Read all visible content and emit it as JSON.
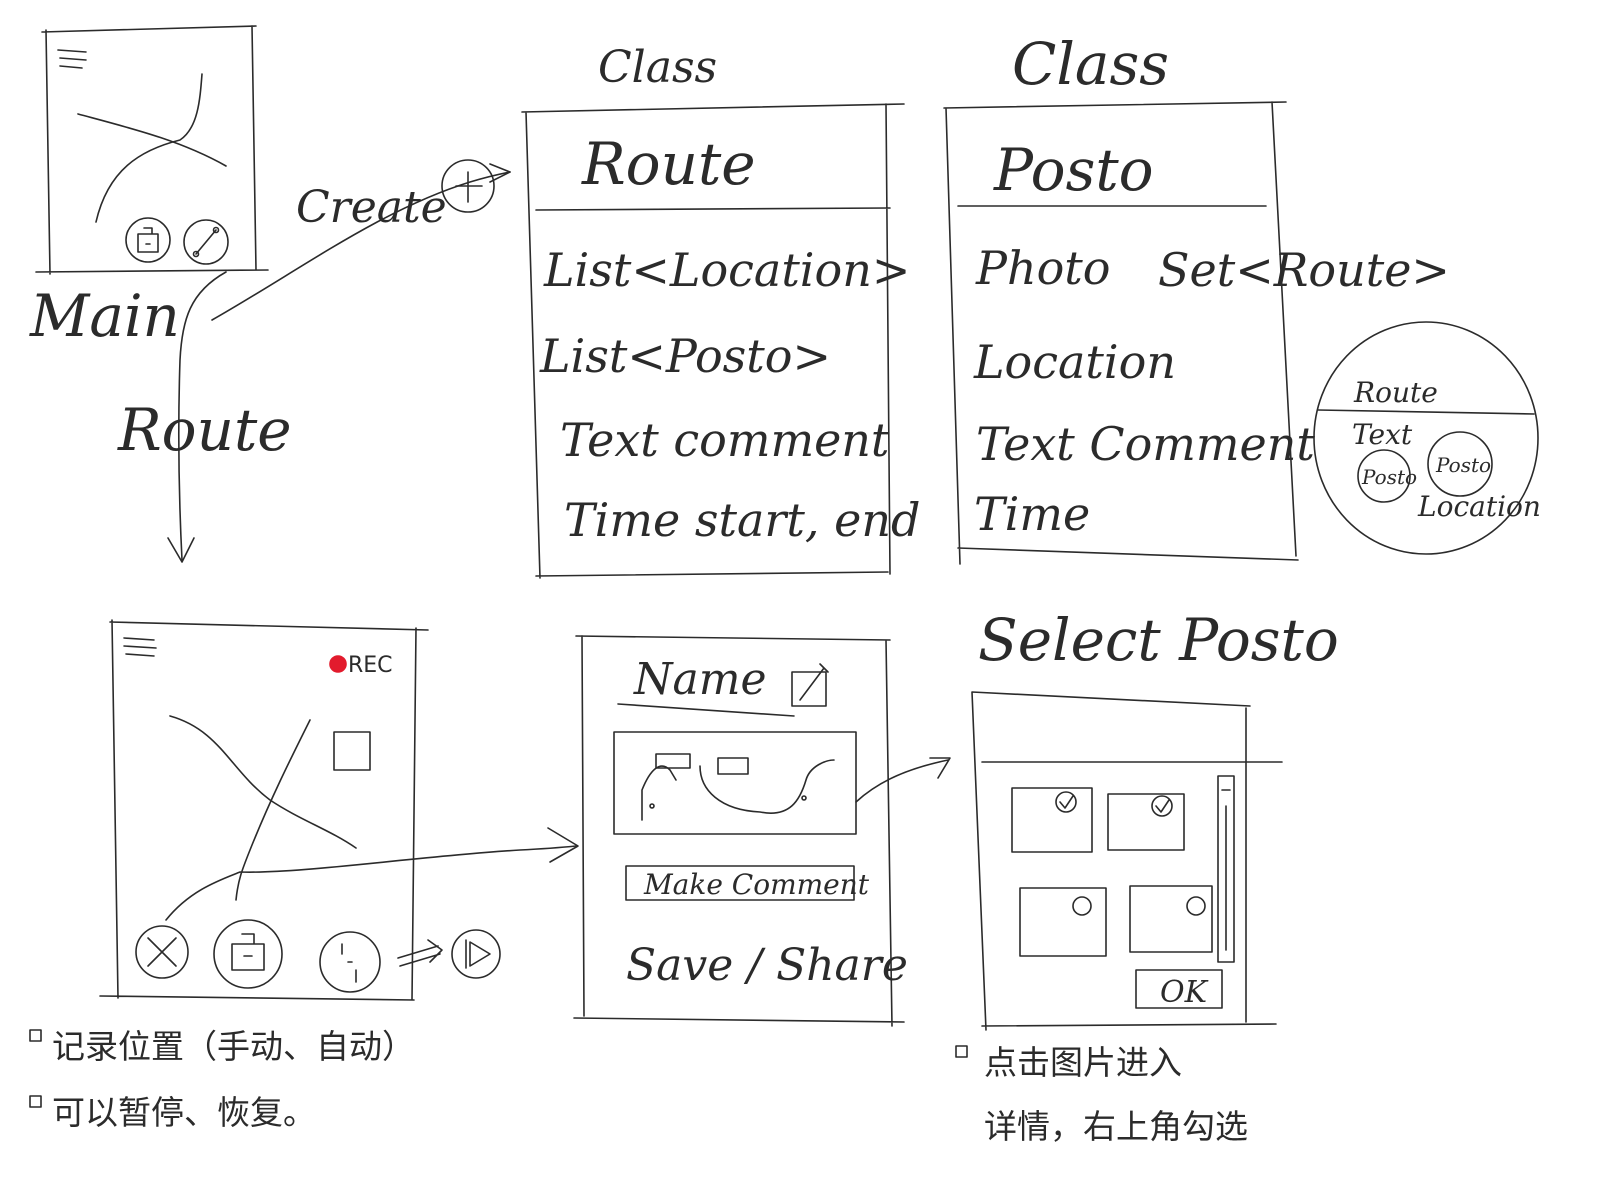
{
  "screens": {
    "main": {
      "label": "Main"
    },
    "route_edge": {
      "label": "Route"
    },
    "create_edge": {
      "label": "Create"
    },
    "recording": {
      "rec_label": "REC"
    },
    "edit": {
      "name_label": "Name",
      "comment_button": "Make Comment",
      "save_share_label": "Save / Share"
    },
    "select_posto": {
      "title": "Select Posto",
      "ok_button": "OK"
    }
  },
  "classes": {
    "route_class": {
      "header": "Class",
      "name": "Route",
      "fields": [
        "List<Location>",
        "List<Posto>",
        "Text comment",
        "Time start, end"
      ]
    },
    "posto_class": {
      "header": "Class",
      "name": "Posto",
      "fields": [
        "Photo",
        "Location",
        "Text Comment",
        "Time"
      ],
      "relation": "Set<Route>"
    }
  },
  "route_bubble": {
    "title": "Route",
    "text": "Text",
    "posto_a": "Posto",
    "posto_b": "Posto",
    "location": "Location"
  },
  "notes": {
    "recording_notes": [
      "记录位置（手动、自动）",
      "可以暂停、恢复。"
    ],
    "select_notes": [
      "点击图片进入",
      "详情，右上角勾选"
    ]
  },
  "colors": {
    "ink": "#2b2b2b",
    "rec_dot": "#e21b2d",
    "paper": "#ffffff"
  }
}
